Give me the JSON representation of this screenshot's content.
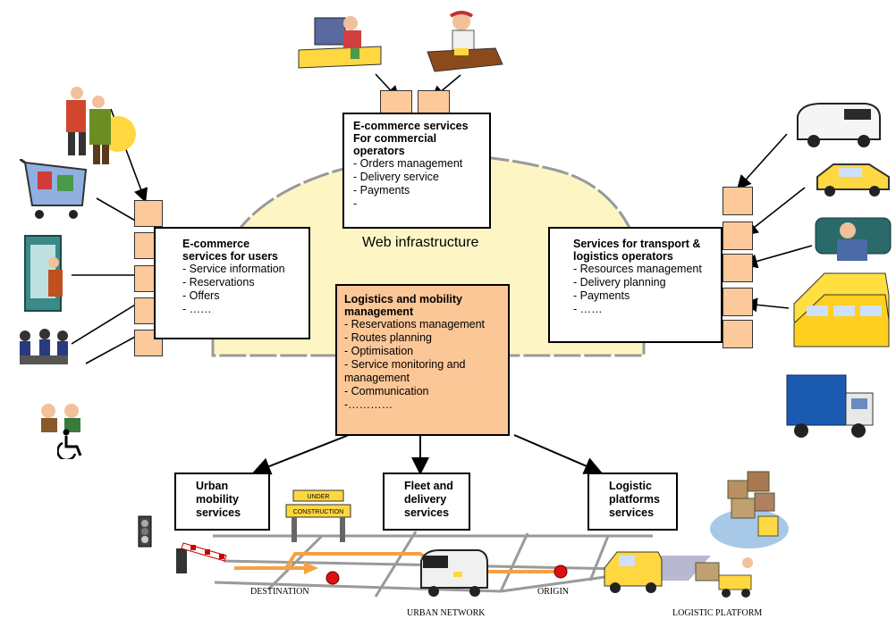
{
  "center_label": "Web infrastructure",
  "boxes": {
    "commercial": {
      "title": [
        "E-commerce services",
        "For commercial",
        "operators"
      ],
      "items": [
        "- Orders management",
        "- Delivery service",
        "- Payments",
        "-"
      ]
    },
    "users": {
      "title": [
        "E-commerce",
        "services for users"
      ],
      "items": [
        "- Service information",
        "- Reservations",
        "- Offers",
        "- ……"
      ]
    },
    "transport": {
      "title": [
        "Services for transport &",
        "logistics operators"
      ],
      "items": [
        "- Resources management",
        "- Delivery planning",
        "- Payments",
        "- ……"
      ]
    },
    "logistics": {
      "title": [
        "Logistics and mobility",
        "management"
      ],
      "items": [
        "- Reservations management",
        "- Routes planning",
        "- Optimisation",
        "- Service monitoring and",
        "management",
        "- Communication",
        "-…………"
      ]
    },
    "urban": {
      "lines": [
        "Urban",
        "mobility",
        "services"
      ]
    },
    "fleet": {
      "lines": [
        "Fleet and",
        "delivery",
        "services"
      ]
    },
    "platforms": {
      "lines": [
        "Logistic",
        "platforms",
        "services"
      ]
    }
  },
  "map_labels": {
    "destination": "DESTINATION",
    "origin": "ORIGIN",
    "urban_network": "URBAN NETWORK",
    "logistic_platform": "LOGISTIC PLATFORM"
  },
  "sign_text": [
    "UNDER",
    "CONSTRUCTION"
  ],
  "colors": {
    "orange_box": "#fcc797",
    "port": "#fcc99c",
    "dome": "#fdf5c4",
    "route": "#f5a142"
  },
  "icons": [
    "shopper-person-icon",
    "shopping-cart-icon",
    "phone-booth-person-icon",
    "group-people-icon",
    "elderly-people-icon",
    "wheelchair-icon",
    "office-worker-icon",
    "clerk-desk-icon",
    "van-icon",
    "taxi-icon",
    "driver-icon",
    "bus-fleet-icon",
    "truck-icon",
    "traffic-light-icon",
    "barrier-icon",
    "construction-sign-icon",
    "delivery-van-icon",
    "warehouse-boxes-icon",
    "forklift-icon"
  ]
}
